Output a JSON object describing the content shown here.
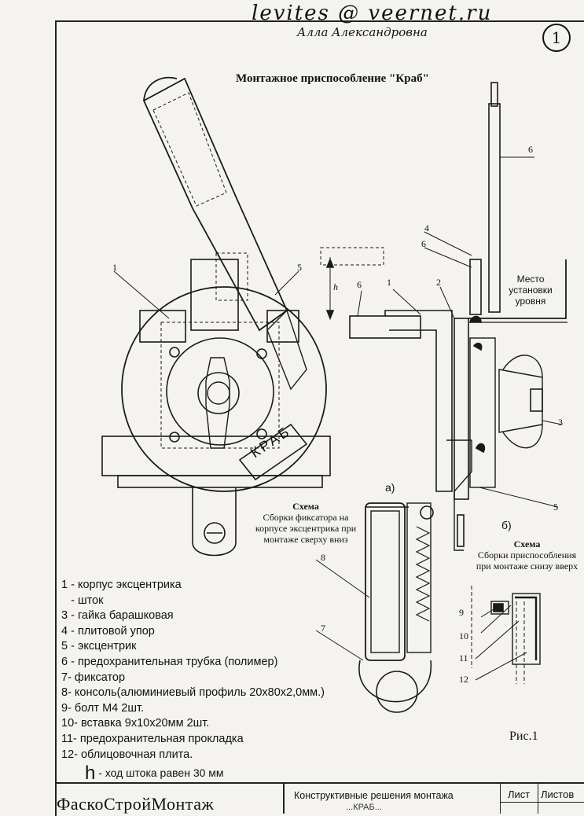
{
  "handwriting": {
    "email": "levites @ veernet.ru",
    "name": "Алла Александровна",
    "sheet_no": "1"
  },
  "title": "Монтажное приспособление \"Краб\"",
  "callouts": {
    "left_1": "1",
    "left_5": "5",
    "krab": "КРАБ",
    "r6_top": "6",
    "r4": "4",
    "r6_mid": "6",
    "r6_left": "6",
    "r1": "1",
    "r2": "2",
    "r3": "3",
    "r5": "5",
    "h": "h",
    "level_place": "Место установки уровня",
    "a_label": "а)",
    "b_label": "б)",
    "c8": "8",
    "c7": "7",
    "c9": "9",
    "c10": "10",
    "c11": "11",
    "c12": "12"
  },
  "caption_a": {
    "head": "Схема",
    "body": "Сборки фиксатора на корпусе эксцентрика при монтаже сверху вниз"
  },
  "caption_b": {
    "head": "Схема",
    "body": "Сборки приспособления при монтаже снизу вверх"
  },
  "legend": [
    "1 - корпус эксцентрика",
    "   - шток",
    "3 - гайка барашковая",
    "4 - плитовой упор",
    "5 - эксцентрик",
    "6 - предохранительная трубка (полимер)",
    "7-  фиксатор",
    "8-  консоль(алюминиевый профиль 20х80х2,0мм.)",
    "9-  болт М4 2шт.",
    "10-  вставка 9х10х20мм 2шт.",
    "11-  предохранительная прокладка",
    "12-  облицовочная плита."
  ],
  "h_note": {
    "symbol": "h",
    "text": " - ход штока равен 30 мм"
  },
  "figure_label": "Рис.1",
  "title_block": {
    "company": "ФаскоСтройМонтаж",
    "doc_title": "Конструктивные решения монтажа",
    "doc_sub": "...КРАБ...",
    "sheet_label": "Лист",
    "sheets_label": "Листов"
  }
}
